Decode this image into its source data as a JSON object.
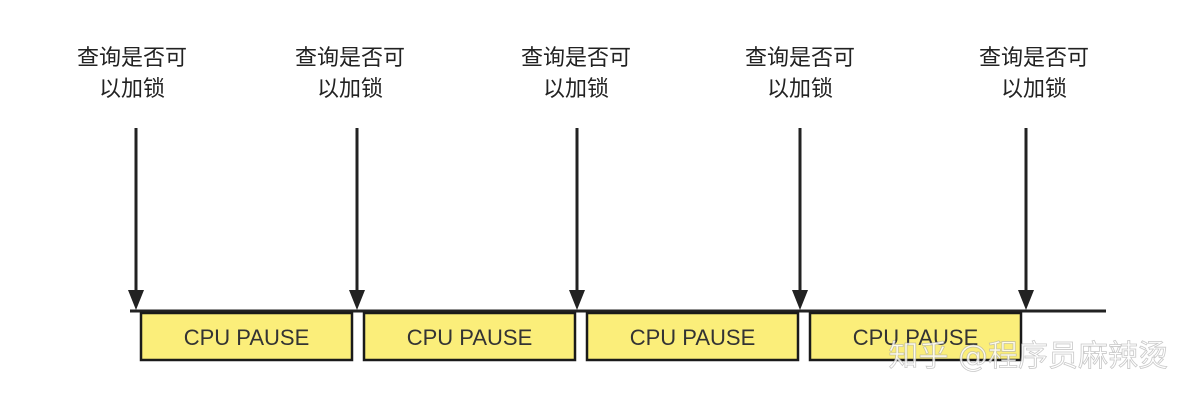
{
  "markers": [
    {
      "line1": "查询是否可",
      "line2": "以加锁"
    },
    {
      "line1": "查询是否可",
      "line2": "以加锁"
    },
    {
      "line1": "查询是否可",
      "line2": "以加锁"
    },
    {
      "line1": "查询是否可",
      "line2": "以加锁"
    },
    {
      "line1": "查询是否可",
      "line2": "以加锁"
    }
  ],
  "blocks": [
    {
      "label": "CPU PAUSE"
    },
    {
      "label": "CPU PAUSE"
    },
    {
      "label": "CPU PAUSE"
    },
    {
      "label": "CPU PAUSE"
    }
  ],
  "watermark": "知乎 @程序员麻辣烫",
  "colors": {
    "block_fill": "#fbee7a",
    "block_stroke": "#1a1a1a",
    "line": "#222222"
  }
}
